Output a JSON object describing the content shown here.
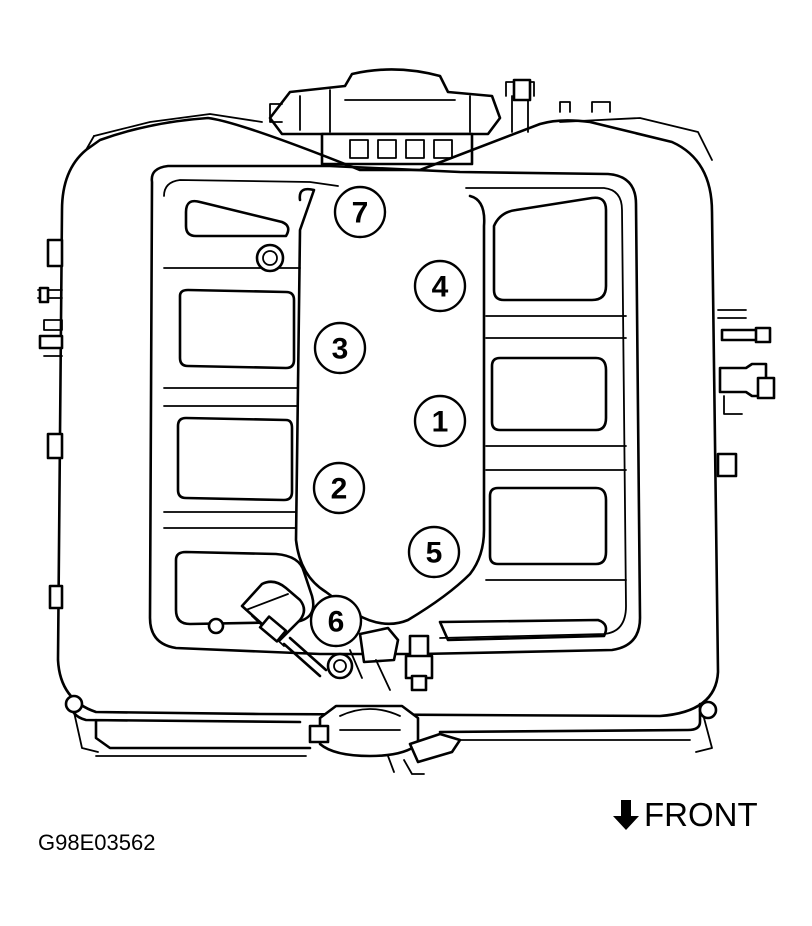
{
  "diagram": {
    "callouts": [
      {
        "label": "7"
      },
      {
        "label": "4"
      },
      {
        "label": "3"
      },
      {
        "label": "1"
      },
      {
        "label": "2"
      },
      {
        "label": "5"
      },
      {
        "label": "6"
      }
    ],
    "direction_label": "FRONT",
    "direction_icon": "arrow-down-icon",
    "figure_id": "G98E03562"
  }
}
